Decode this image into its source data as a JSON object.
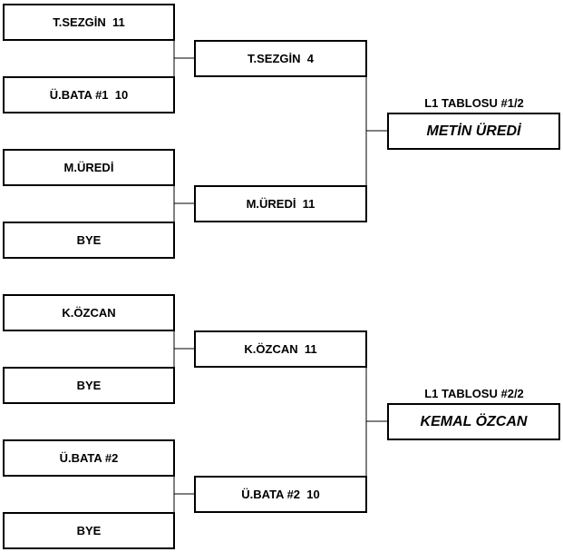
{
  "bracket1": {
    "round1": [
      "T.SEZGİN  11",
      "Ü.BATA #1  10",
      "M.ÜREDİ",
      "BYE"
    ],
    "round2": [
      "T.SEZGİN  4",
      "M.ÜREDİ  11"
    ],
    "title": "L1 TABLOSU #1/2",
    "winner": "METİN ÜREDİ"
  },
  "bracket2": {
    "round1": [
      "K.ÖZCAN",
      "BYE",
      "Ü.BATA #2",
      "BYE"
    ],
    "round2": [
      "K.ÖZCAN  11",
      "Ü.BATA #2  10"
    ],
    "title": "L1 TABLOSU #2/2",
    "winner": "KEMAL ÖZCAN"
  }
}
